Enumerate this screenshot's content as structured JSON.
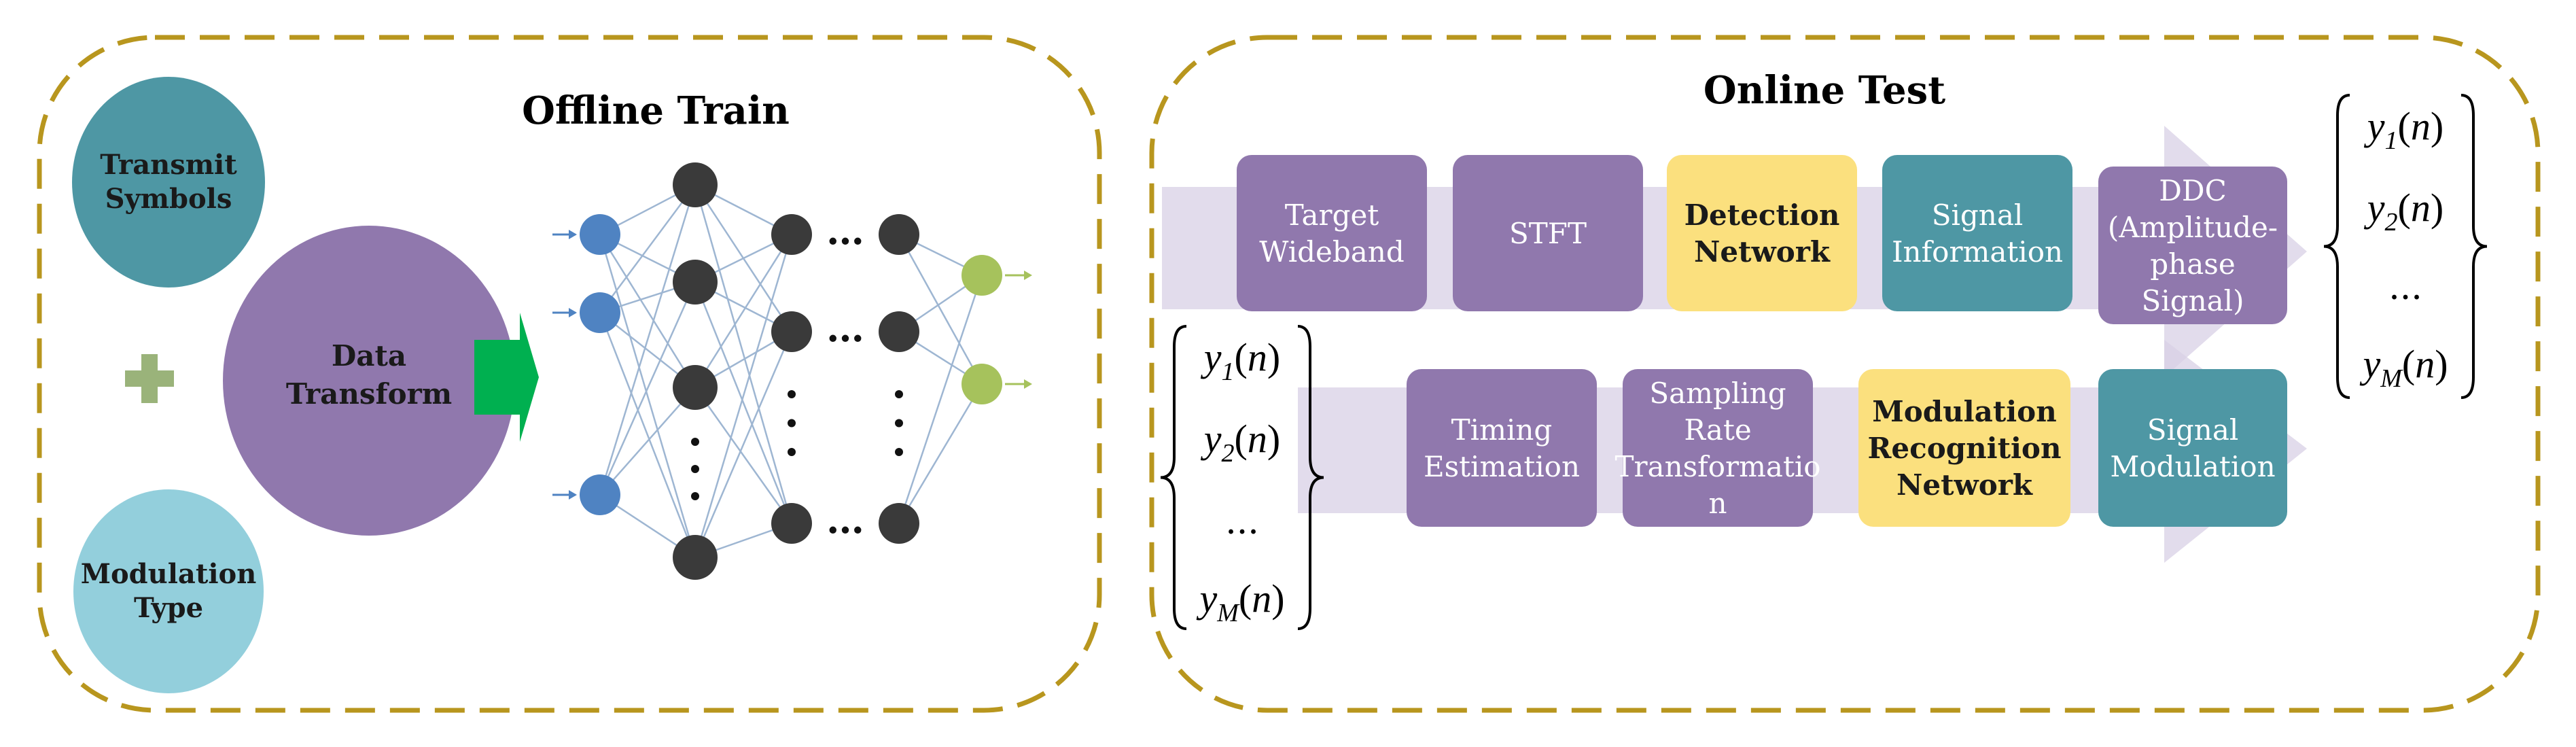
{
  "colors": {
    "dash_border": "#b8961e",
    "purple": "#9078ad",
    "teal": "#4e97a4",
    "light_blue": "#93cfdc",
    "yellow": "#fbe07e",
    "green_plus": "#9ab37a",
    "green_arrow": "#00b050",
    "lavender_arrow": "#d8d0e5",
    "node_blue": "#4f83c2",
    "node_dark": "#3a3a3a",
    "node_green": "#a6c25c"
  },
  "offline": {
    "title": "Offline Train",
    "transmit": [
      "Transmit",
      "Symbols"
    ],
    "modulation_type": [
      "Modulation",
      "Type"
    ],
    "data_transform": [
      "Data",
      "Transform"
    ],
    "ellipsis": "…"
  },
  "online": {
    "title": "Online Test",
    "row1": [
      {
        "name": "target-wideband-box",
        "lines": [
          "Target",
          "Wideband"
        ],
        "color": "purple"
      },
      {
        "name": "stft-box",
        "lines": [
          "STFT"
        ],
        "color": "purple"
      },
      {
        "name": "detection-network-box",
        "lines": [
          "Detection",
          "Network"
        ],
        "color": "yellow"
      },
      {
        "name": "signal-information-box",
        "lines": [
          "Signal",
          "Information"
        ],
        "color": "teal"
      },
      {
        "name": "ddc-box",
        "lines": [
          "DDC",
          "(Amplitude-",
          "phase",
          "Signal)"
        ],
        "color": "purple"
      }
    ],
    "row2": [
      {
        "name": "timing-estimation-box",
        "lines": [
          "Timing",
          "Estimation"
        ],
        "color": "purple"
      },
      {
        "name": "sampling-rate-box",
        "lines": [
          "Sampling",
          "Rate",
          "Transformatio",
          "n"
        ],
        "color": "purple"
      },
      {
        "name": "modulation-recognition-box",
        "lines": [
          "Modulation",
          "Recognition",
          "Network"
        ],
        "color": "yellow"
      },
      {
        "name": "signal-modulation-box",
        "lines": [
          "Signal",
          "Modulation"
        ],
        "color": "teal"
      }
    ]
  },
  "vector": {
    "y1": "y1(n)",
    "y2": "y2(n)",
    "dots": "...",
    "yM": "yM(n)"
  }
}
